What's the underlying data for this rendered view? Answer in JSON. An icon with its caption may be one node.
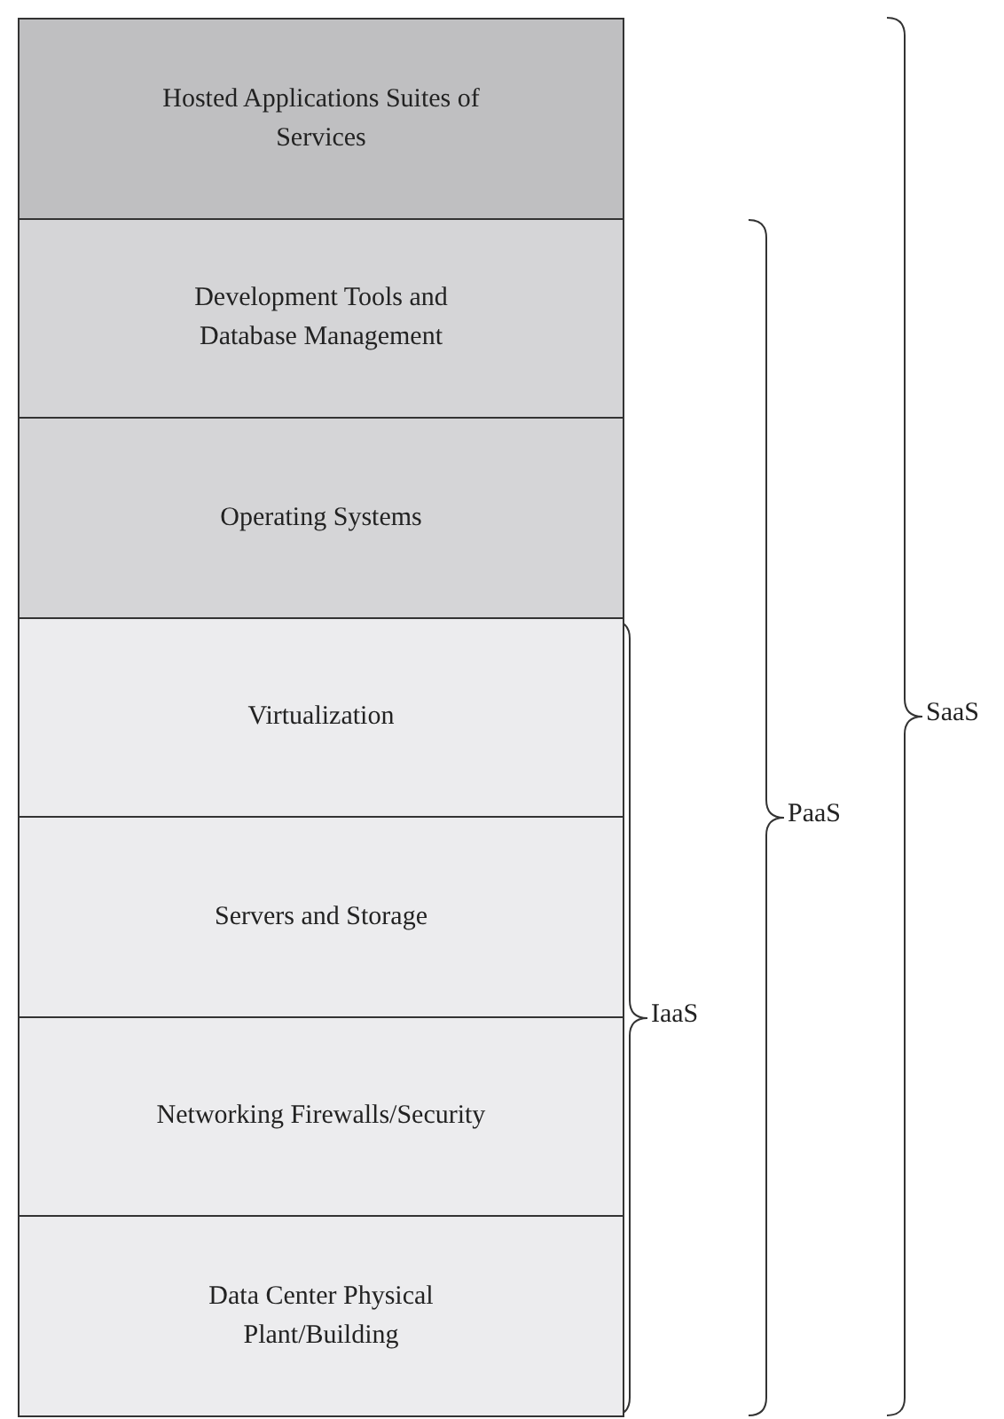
{
  "diagram": {
    "nodes": [
      {
        "text": [
          "Hosted Applications Suites of Services"
        ]
      },
      {
        "text": [
          "Development Tools and Database Management"
        ]
      },
      {
        "text": [
          "Operating Systems"
        ]
      },
      {
        "text": [
          "Virtualization"
        ]
      },
      {
        "text": [
          "Servers and Storage"
        ]
      },
      {
        "text": [
          "Networking Firewalls/Security"
        ]
      },
      {
        "text": [
          "Data Center Physical Plant/Building"
        ]
      }
    ],
    "edges": [],
    "labels": [
      "SaaS",
      "PaaS",
      "IaaS"
    ]
  }
}
